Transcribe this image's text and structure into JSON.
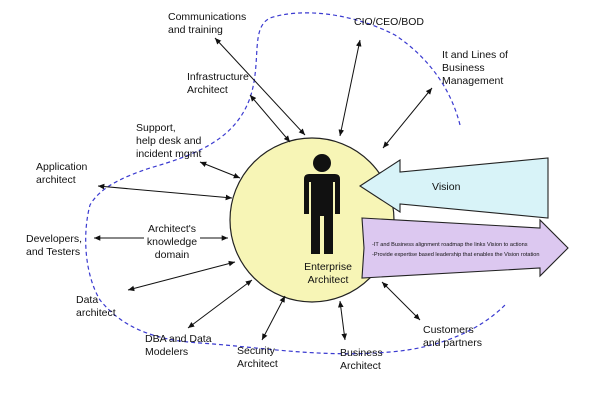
{
  "center": {
    "label_line1": "Enterprise",
    "label_line2": "Architect"
  },
  "knowledge": {
    "line1": "Architect's",
    "line2": "knowledge",
    "line3": "domain"
  },
  "stakeholders": {
    "communications": {
      "line1": "Communications",
      "line2": "and training"
    },
    "cio": {
      "line1": "CIO/CEO/BOD"
    },
    "lob": {
      "line1": "It and Lines of",
      "line2": "Business",
      "line3": "Management"
    },
    "infrastructure": {
      "line1": "Infrastructure",
      "line2": "Architect"
    },
    "support": {
      "line1": "Support,",
      "line2": "help desk and",
      "line3": "incident mgmt"
    },
    "application": {
      "line1": "Application",
      "line2": "architect"
    },
    "developers": {
      "line1": "Developers,",
      "line2": "and Testers"
    },
    "data": {
      "line1": "Data",
      "line2": "architect"
    },
    "dba": {
      "line1": "DBA and Data",
      "line2": "Modelers"
    },
    "security": {
      "line1": "Security",
      "line2": "Architect"
    },
    "business": {
      "line1": "Business",
      "line2": "Architect"
    },
    "customers": {
      "line1": "Customers",
      "line2": "and partners"
    }
  },
  "vision": {
    "label": "Vision",
    "fill": "#d8f3f8"
  },
  "roadmap": {
    "line1": "-IT and Business alignment roadmap the links Vision to actions",
    "line2": "-Provide expertise based leadership that enables the Vision rotation",
    "fill": "#dcc8f0"
  },
  "colors": {
    "circle_fill": "#f7f5b6",
    "boundary": "#3a3ad0",
    "arrow": "#111111"
  }
}
